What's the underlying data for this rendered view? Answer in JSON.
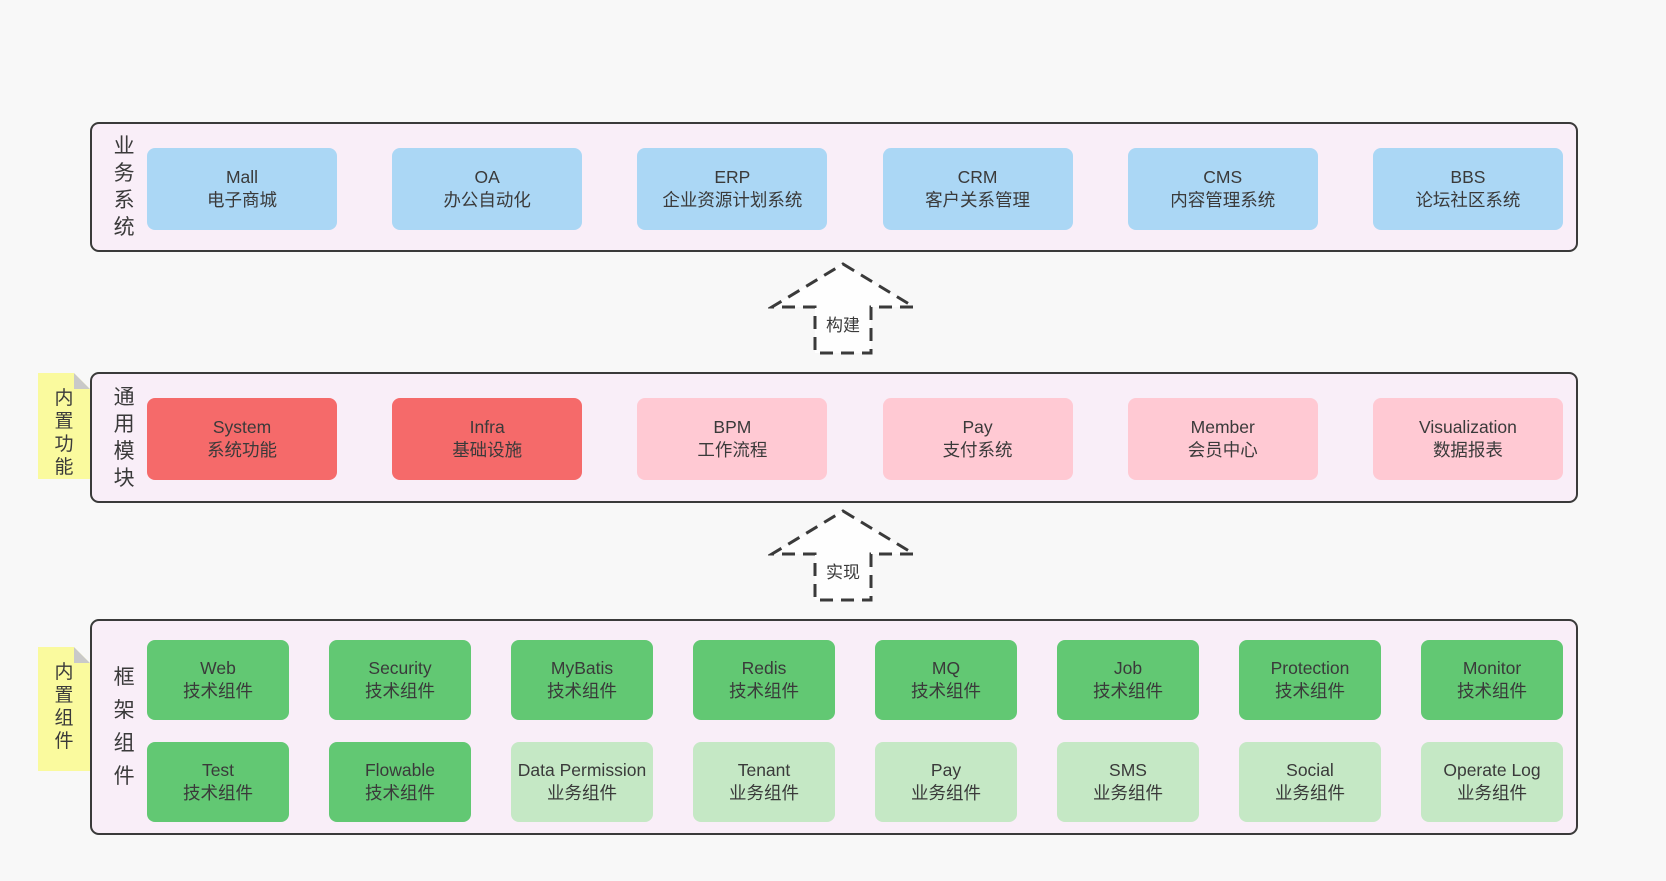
{
  "colors": {
    "background": "#f8f8f8",
    "container_fill": "#f9eef8",
    "container_border": "#3a3a3a",
    "blue": "#abd7f5",
    "red": "#f56a6a",
    "pink": "#ffc9d3",
    "green": "#62c873",
    "light_green": "#c5e8c5",
    "note_yellow": "#fafa9e",
    "note_fold": "#c9c9c9",
    "text": "#3a3a3a"
  },
  "arrows": [
    {
      "label": "构建"
    },
    {
      "label": "实现"
    }
  ],
  "layers": [
    {
      "label": "业务系统",
      "rows": [
        [
          {
            "en": "Mall",
            "zh": "电子商城",
            "variant": "blue"
          },
          {
            "en": "OA",
            "zh": "办公自动化",
            "variant": "blue"
          },
          {
            "en": "ERP",
            "zh": "企业资源计划系统",
            "variant": "blue"
          },
          {
            "en": "CRM",
            "zh": "客户关系管理",
            "variant": "blue"
          },
          {
            "en": "CMS",
            "zh": "内容管理系统",
            "variant": "blue"
          },
          {
            "en": "BBS",
            "zh": "论坛社区系统",
            "variant": "blue"
          }
        ]
      ]
    },
    {
      "label": "通用模块",
      "note": "内置功能",
      "rows": [
        [
          {
            "en": "System",
            "zh": "系统功能",
            "variant": "red"
          },
          {
            "en": "Infra",
            "zh": "基础设施",
            "variant": "red"
          },
          {
            "en": "BPM",
            "zh": "工作流程",
            "variant": "pink"
          },
          {
            "en": "Pay",
            "zh": "支付系统",
            "variant": "pink"
          },
          {
            "en": "Member",
            "zh": "会员中心",
            "variant": "pink"
          },
          {
            "en": "Visualization",
            "zh": "数据报表",
            "variant": "pink"
          }
        ]
      ]
    },
    {
      "label": "框架组件",
      "note": "内置组件",
      "rows": [
        [
          {
            "en": "Web",
            "zh": "技术组件",
            "variant": "green"
          },
          {
            "en": "Security",
            "zh": "技术组件",
            "variant": "green"
          },
          {
            "en": "MyBatis",
            "zh": "技术组件",
            "variant": "green"
          },
          {
            "en": "Redis",
            "zh": "技术组件",
            "variant": "green"
          },
          {
            "en": "MQ",
            "zh": "技术组件",
            "variant": "green"
          },
          {
            "en": "Job",
            "zh": "技术组件",
            "variant": "green"
          },
          {
            "en": "Protection",
            "zh": "技术组件",
            "variant": "green"
          },
          {
            "en": "Monitor",
            "zh": "技术组件",
            "variant": "green"
          }
        ],
        [
          {
            "en": "Test",
            "zh": "技术组件",
            "variant": "green"
          },
          {
            "en": "Flowable",
            "zh": "技术组件",
            "variant": "green"
          },
          {
            "en": "Data Permission",
            "zh": "业务组件",
            "variant": "lightgreen"
          },
          {
            "en": "Tenant",
            "zh": "业务组件",
            "variant": "lightgreen"
          },
          {
            "en": "Pay",
            "zh": "业务组件",
            "variant": "lightgreen"
          },
          {
            "en": "SMS",
            "zh": "业务组件",
            "variant": "lightgreen"
          },
          {
            "en": "Social",
            "zh": "业务组件",
            "variant": "lightgreen"
          },
          {
            "en": "Operate Log",
            "zh": "业务组件",
            "variant": "lightgreen"
          }
        ]
      ]
    }
  ]
}
